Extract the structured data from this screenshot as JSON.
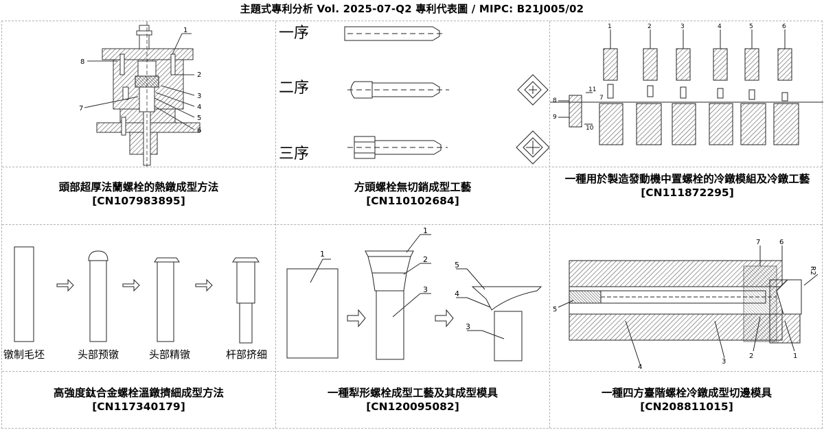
{
  "header": {
    "title": "主題式專利分析  Vol. 2025-07-Q2  專利代表圖  /  MIPC:  B21J005/02"
  },
  "patents": [
    {
      "title": "頭部超厚法蘭螺栓的熱鐓成型方法",
      "number": "[CN107983895]",
      "figure_labels": [
        "1",
        "2",
        "3",
        "4",
        "5",
        "6",
        "7",
        "8"
      ]
    },
    {
      "title": "方頭螺栓無切銷成型工藝",
      "number": "[CN110102684]",
      "figure_labels": [
        "一序",
        "二序",
        "三序"
      ]
    },
    {
      "title": "一種用於製造發動機中置螺栓的冷鐓模組及冷鐓工藝",
      "number": "[CN111872295]",
      "figure_labels": [
        "1",
        "2",
        "3",
        "4",
        "5",
        "6",
        "7",
        "8",
        "9",
        "10",
        "11"
      ]
    },
    {
      "title": "高強度鈦合金螺栓溫鐓擠細成型方法",
      "number": "[CN117340179]",
      "figure_labels": [
        "镦制毛坯",
        "头部预镦",
        "头部精镦",
        "杆部挤细"
      ]
    },
    {
      "title": "一種犁形螺栓成型工藝及其成型模具",
      "number": "[CN120095082]",
      "figure_labels": [
        "1",
        "2",
        "3",
        "5",
        "4",
        "3"
      ]
    },
    {
      "title": "一種四方臺階螺栓冷鐓成型切邊模具",
      "number": "[CN208811015]",
      "figure_labels": [
        "7",
        "6",
        "R2",
        "5",
        "4",
        "3",
        "2",
        "1"
      ]
    }
  ]
}
